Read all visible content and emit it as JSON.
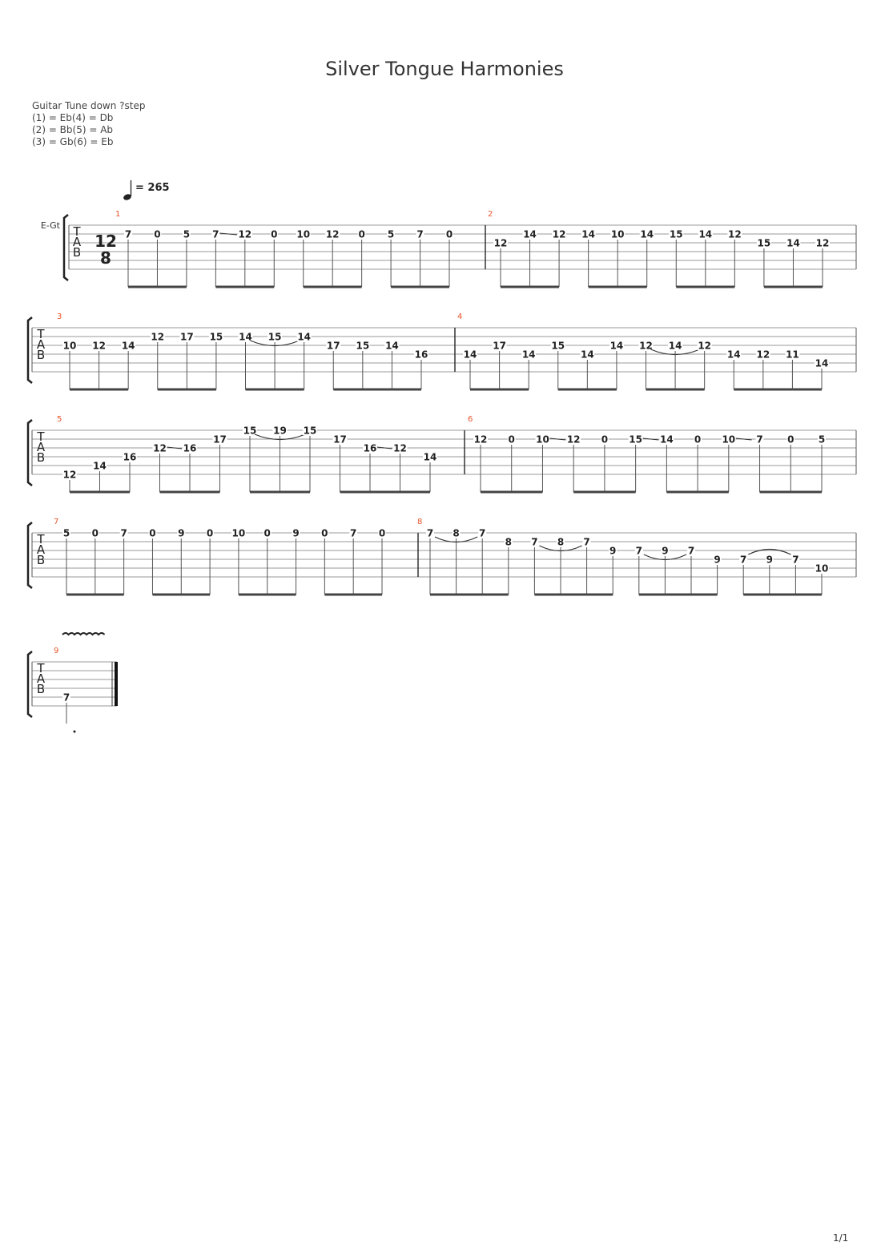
{
  "title": "Silver Tongue Harmonies",
  "tuning": {
    "heading": "Guitar Tune down ?step",
    "lines": [
      "(1) = Eb(4) = Db",
      "(2) = Bb(5) = Ab",
      "(3) = Gb(6) = Eb"
    ]
  },
  "tempo": {
    "value": "= 265"
  },
  "instrument": "E-Gt",
  "time_signature": {
    "top": "12",
    "bottom": "8"
  },
  "tab_letters": [
    "T",
    "A",
    "B"
  ],
  "page_number": "1/1",
  "measures": [
    {
      "num": "1",
      "notes": [
        {
          "s": 1,
          "f": "7"
        },
        {
          "s": 1,
          "f": "0"
        },
        {
          "s": 1,
          "f": "5"
        },
        {
          "s": 1,
          "f": "7",
          "slide": true
        },
        {
          "s": 1,
          "f": "12"
        },
        {
          "s": 1,
          "f": "0"
        },
        {
          "s": 1,
          "f": "10"
        },
        {
          "s": 1,
          "f": "12"
        },
        {
          "s": 1,
          "f": "0"
        },
        {
          "s": 1,
          "f": "5"
        },
        {
          "s": 1,
          "f": "7"
        },
        {
          "s": 1,
          "f": "0"
        }
      ]
    },
    {
      "num": "2",
      "notes": [
        {
          "s": 2,
          "f": "12"
        },
        {
          "s": 1,
          "f": "14"
        },
        {
          "s": 1,
          "f": "12"
        },
        {
          "s": 1,
          "f": "14"
        },
        {
          "s": 1,
          "f": "10"
        },
        {
          "s": 1,
          "f": "14"
        },
        {
          "s": 1,
          "f": "15"
        },
        {
          "s": 1,
          "f": "14"
        },
        {
          "s": 1,
          "f": "12"
        },
        {
          "s": 2,
          "f": "15"
        },
        {
          "s": 2,
          "f": "14"
        },
        {
          "s": 2,
          "f": "12"
        }
      ]
    },
    {
      "num": "3",
      "notes": [
        {
          "s": 2,
          "f": "10"
        },
        {
          "s": 2,
          "f": "12"
        },
        {
          "s": 2,
          "f": "14"
        },
        {
          "s": 1,
          "f": "12"
        },
        {
          "s": 1,
          "f": "17"
        },
        {
          "s": 1,
          "f": "15"
        },
        {
          "s": 1,
          "f": "14",
          "arcBelow": true
        },
        {
          "s": 1,
          "f": "15"
        },
        {
          "s": 1,
          "f": "14"
        },
        {
          "s": 2,
          "f": "17"
        },
        {
          "s": 2,
          "f": "15"
        },
        {
          "s": 2,
          "f": "14"
        },
        {
          "s": 3,
          "f": "16"
        }
      ]
    },
    {
      "num": "4",
      "notes": [
        {
          "s": 3,
          "f": "14"
        },
        {
          "s": 2,
          "f": "17"
        },
        {
          "s": 3,
          "f": "14"
        },
        {
          "s": 2,
          "f": "15"
        },
        {
          "s": 3,
          "f": "14"
        },
        {
          "s": 2,
          "f": "14"
        },
        {
          "s": 2,
          "f": "12",
          "arcBelow": true
        },
        {
          "s": 2,
          "f": "14"
        },
        {
          "s": 2,
          "f": "12"
        },
        {
          "s": 3,
          "f": "14"
        },
        {
          "s": 3,
          "f": "12"
        },
        {
          "s": 3,
          "f": "11"
        },
        {
          "s": 4,
          "f": "14"
        }
      ]
    },
    {
      "num": "5",
      "notes": [
        {
          "s": 5,
          "f": "12"
        },
        {
          "s": 4,
          "f": "14"
        },
        {
          "s": 3,
          "f": "16"
        },
        {
          "s": 2,
          "f": "12",
          "slide": true
        },
        {
          "s": 2,
          "f": "16"
        },
        {
          "s": 1,
          "f": "17"
        },
        {
          "s": 0,
          "f": "15",
          "arcBelow": true
        },
        {
          "s": 0,
          "f": "19"
        },
        {
          "s": 0,
          "f": "15"
        },
        {
          "s": 1,
          "f": "17"
        },
        {
          "s": 2,
          "f": "16",
          "slide": true
        },
        {
          "s": 2,
          "f": "12"
        },
        {
          "s": 3,
          "f": "14"
        }
      ]
    },
    {
      "num": "6",
      "notes": [
        {
          "s": 1,
          "f": "12"
        },
        {
          "s": 1,
          "f": "0"
        },
        {
          "s": 1,
          "f": "10",
          "slide": true
        },
        {
          "s": 1,
          "f": "12"
        },
        {
          "s": 1,
          "f": "0"
        },
        {
          "s": 1,
          "f": "15",
          "slide": true
        },
        {
          "s": 1,
          "f": "14"
        },
        {
          "s": 1,
          "f": "0"
        },
        {
          "s": 1,
          "f": "10",
          "slide": true
        },
        {
          "s": 1,
          "f": "7"
        },
        {
          "s": 1,
          "f": "0"
        },
        {
          "s": 1,
          "f": "5"
        }
      ]
    },
    {
      "num": "7",
      "notes": [
        {
          "s": 0,
          "f": "5"
        },
        {
          "s": 0,
          "f": "0"
        },
        {
          "s": 0,
          "f": "7"
        },
        {
          "s": 0,
          "f": "0"
        },
        {
          "s": 0,
          "f": "9"
        },
        {
          "s": 0,
          "f": "0"
        },
        {
          "s": 0,
          "f": "10"
        },
        {
          "s": 0,
          "f": "0"
        },
        {
          "s": 0,
          "f": "9"
        },
        {
          "s": 0,
          "f": "0"
        },
        {
          "s": 0,
          "f": "7"
        },
        {
          "s": 0,
          "f": "0"
        }
      ]
    },
    {
      "num": "8",
      "notes": [
        {
          "s": 0,
          "f": "7",
          "arcBelow": true
        },
        {
          "s": 0,
          "f": "8"
        },
        {
          "s": 0,
          "f": "7"
        },
        {
          "s": 1,
          "f": "8"
        },
        {
          "s": 1,
          "f": "7",
          "arcBelow": true
        },
        {
          "s": 1,
          "f": "8"
        },
        {
          "s": 1,
          "f": "7"
        },
        {
          "s": 2,
          "f": "9"
        },
        {
          "s": 2,
          "f": "7",
          "arcBelow": true
        },
        {
          "s": 2,
          "f": "9"
        },
        {
          "s": 2,
          "f": "7"
        },
        {
          "s": 3,
          "f": "9"
        },
        {
          "s": 3,
          "f": "7",
          "arcAbove": true
        },
        {
          "s": 3,
          "f": "9"
        },
        {
          "s": 3,
          "f": "7"
        },
        {
          "s": 4,
          "f": "10"
        }
      ]
    },
    {
      "num": "9",
      "notes": [
        {
          "s": 4,
          "f": "7",
          "vibrato": true,
          "dot": true
        }
      ]
    }
  ]
}
